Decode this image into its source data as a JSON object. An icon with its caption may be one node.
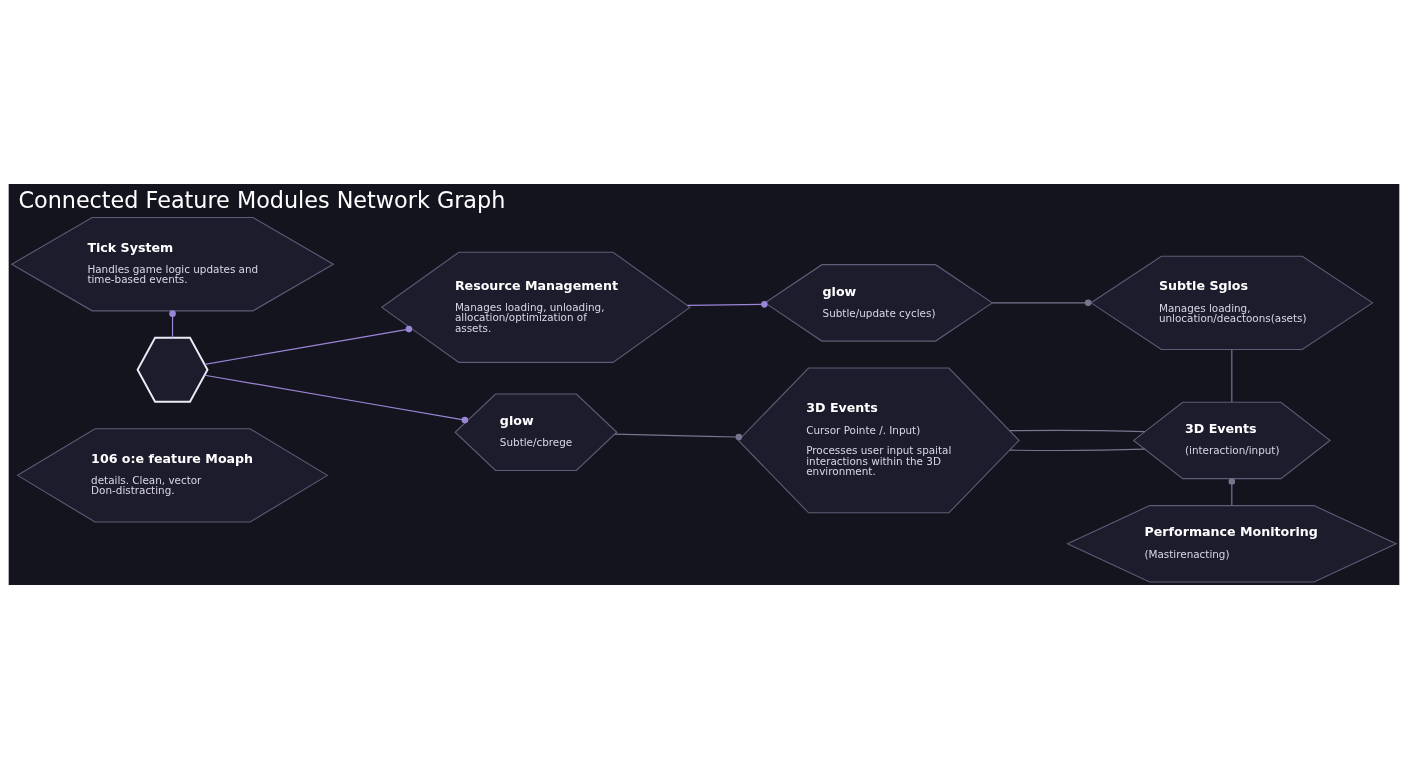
{
  "diagram": {
    "title": "Connected Feature Modules Network Graph",
    "nodes": [
      {
        "text": [
          "Tick System",
          "Handles game logic updates and time-based events."
        ]
      },
      {
        "text": [],
        "shape": "hexagon"
      },
      {
        "text": [
          "Resource Management",
          "Manages loading, unloading, allocation/optimization of assets."
        ]
      },
      {
        "text": [
          "glow",
          "Subtle/update cycles)"
        ]
      },
      {
        "text": [
          "Subtle Sglos",
          "Manages loading, unlocation/deactoons(asets)"
        ]
      },
      {
        "text": [
          "3D Events",
          "(interaction/input)"
        ]
      },
      {
        "text": [
          "glow",
          "Subtle/cbrege"
        ]
      },
      {
        "text": [
          "3D Events",
          "Cursor Pointe /. Input)",
          "Processes user input spaital interactions within the 3D environment."
        ]
      },
      {
        "text": [
          "Performance Monitoring",
          "(Mastirenacting)"
        ]
      },
      {
        "text": [
          "106 o:e feature Moaph",
          "details. Clean, vector Don-distracting."
        ]
      }
    ],
    "edges": [
      {
        "from": 1,
        "to": 0,
        "arrow": "other",
        "color": "#9a86d6"
      },
      {
        "from": 1,
        "to": 2,
        "arrow": "other",
        "color": "#9a86d6"
      },
      {
        "from": 2,
        "to": 3,
        "arrow": "other",
        "color": "#9a86d6"
      },
      {
        "from": 3,
        "to": 4,
        "arrow": "other"
      },
      {
        "from": 1,
        "to": 6,
        "arrow": "other",
        "color": "#9a86d6"
      },
      {
        "from": 6,
        "to": 7,
        "arrow": "other"
      },
      {
        "from": 7,
        "to": 5,
        "arrow": "none"
      },
      {
        "from": 4,
        "to": 5,
        "arrow": "none"
      },
      {
        "from": 8,
        "to": 5,
        "arrow": "other"
      },
      {
        "from": 5,
        "to": 7,
        "arrow": "none"
      }
    ]
  }
}
